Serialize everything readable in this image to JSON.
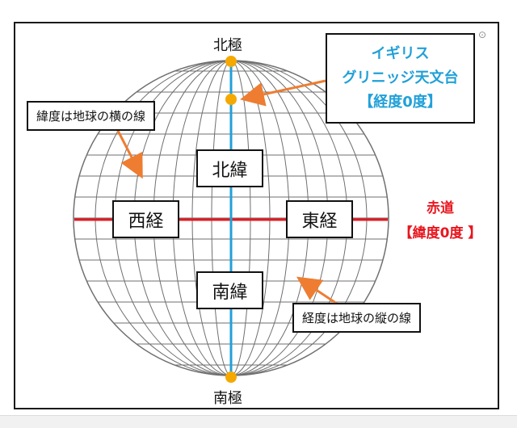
{
  "poles": {
    "north": "北極",
    "south": "南極"
  },
  "regions": {
    "north_latitude": "北緯",
    "south_latitude": "南緯",
    "west_longitude": "西経",
    "east_longitude": "東経"
  },
  "notes": {
    "latitude_lines": "緯度は地球の横の線",
    "longitude_lines": "経度は地球の縦の線"
  },
  "greenwich": {
    "line1": "イギリス",
    "line2": "グリニッジ天文台",
    "line3": "【経度0度】"
  },
  "equator": {
    "line1": "赤道",
    "line2": "【緯度0度 】"
  },
  "colors": {
    "prime_meridian": "#21a0d8",
    "equator": "#e8161e",
    "pole_dot": "#f5a800",
    "arrow": "#ee7d31",
    "grid": "#6f6f6f"
  },
  "icons": {
    "lens": "lens-icon"
  }
}
